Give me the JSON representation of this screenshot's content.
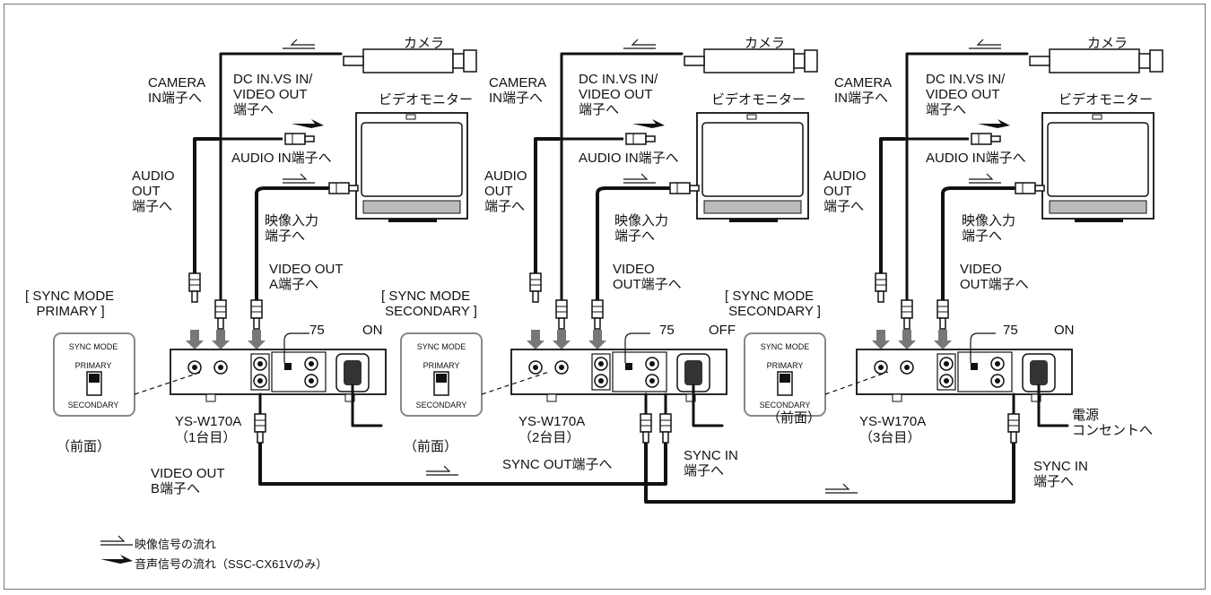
{
  "units": [
    {
      "camera": "カメラ",
      "monitor": "ビデオモニター",
      "camera_in": "CAMERA\nIN端子へ",
      "dc_in": "DC IN.VS IN/\nVIDEO OUT\n端子へ",
      "audio_in": "AUDIO IN端子へ",
      "audio_out": "AUDIO\nOUT\n端子へ",
      "video_in": "映像入力\n端子へ",
      "video_out": "VIDEO OUT\nA端子へ",
      "sync_mode": "[ SYNC MODE\n   PRIMARY ]",
      "term_75": "75",
      "switch": "ON",
      "model": "YS-W170A",
      "order": "（1台目）",
      "front": "（前面）",
      "panel": {
        "title": "SYNC MODE",
        "top": "PRIMARY",
        "bottom": "SECONDARY"
      }
    },
    {
      "camera": "カメラ",
      "monitor": "ビデオモニター",
      "camera_in": "CAMERA\nIN端子へ",
      "dc_in": "DC IN.VS IN/\nVIDEO OUT\n端子へ",
      "audio_in": "AUDIO IN端子へ",
      "audio_out": "AUDIO\nOUT\n端子へ",
      "video_in": "映像入力\n端子へ",
      "video_out": "VIDEO\nOUT端子へ",
      "sync_mode": "[ SYNC MODE\n SECONDARY ]",
      "term_75": "75",
      "switch": "OFF",
      "model": "YS-W170A",
      "order": "（2台目）",
      "front": "（前面）",
      "panel": {
        "title": "SYNC MODE",
        "top": "PRIMARY",
        "bottom": "SECONDARY"
      }
    },
    {
      "camera": "カメラ",
      "monitor": "ビデオモニター",
      "camera_in": "CAMERA\nIN端子へ",
      "dc_in": "DC IN.VS IN/\nVIDEO OUT\n端子へ",
      "audio_in": "AUDIO IN端子へ",
      "audio_out": "AUDIO\nOUT\n端子へ",
      "video_in": "映像入力\n端子へ",
      "video_out": "VIDEO\nOUT端子へ",
      "sync_mode": "[ SYNC MODE\n SECONDARY ]",
      "term_75": "75",
      "switch": "ON",
      "model": "YS-W170A",
      "order": "（3台目）",
      "front": "（前面）",
      "panel": {
        "title": "SYNC MODE",
        "top": "PRIMARY",
        "bottom": "SECONDARY"
      }
    }
  ],
  "connections": {
    "video_out_b": "VIDEO OUT\nB端子へ",
    "sync_out": "SYNC OUT端子へ",
    "sync_in_2": "SYNC IN\n端子へ",
    "sync_in_3": "SYNC IN\n端子へ",
    "power": "電源\nコンセントへ"
  },
  "legend": {
    "video": "映像信号の流れ",
    "audio": "音声信号の流れ（SSC-CX61Vのみ）"
  }
}
